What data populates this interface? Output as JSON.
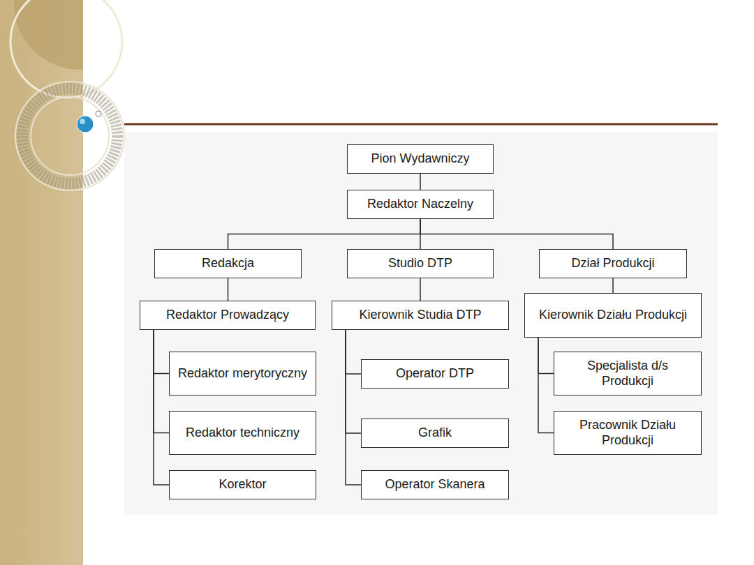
{
  "diagram": {
    "nodes": [
      {
        "text": [
          "Pion Wydawniczy"
        ]
      },
      {
        "text": [
          "Redaktor Naczelny"
        ]
      },
      {
        "text": [
          "Redakcja"
        ]
      },
      {
        "text": [
          "Studio DTP"
        ]
      },
      {
        "text": [
          "Dział Produkcji"
        ]
      },
      {
        "text": [
          "Redaktor Prowadzący"
        ]
      },
      {
        "text": [
          "Kierownik Studia DTP"
        ]
      },
      {
        "text": [
          "Kierownik Działu Produkcji"
        ]
      },
      {
        "text": [
          "Redaktor merytoryczny"
        ]
      },
      {
        "text": [
          "Redaktor techniczny"
        ]
      },
      {
        "text": [
          "Korektor"
        ]
      },
      {
        "text": [
          "Operator DTP"
        ]
      },
      {
        "text": [
          "Grafik"
        ]
      },
      {
        "text": [
          "Operator Skanera"
        ]
      },
      {
        "text": [
          "Specjalista d/s Produkcji"
        ]
      },
      {
        "text": [
          "Pracownik Działu Produkcji"
        ]
      }
    ],
    "edges": [
      {
        "from": 0,
        "to": 1,
        "arrow": "none"
      },
      {
        "from": 1,
        "to": 2,
        "arrow": "none"
      },
      {
        "from": 1,
        "to": 3,
        "arrow": "none"
      },
      {
        "from": 1,
        "to": 4,
        "arrow": "none"
      },
      {
        "from": 2,
        "to": 5,
        "arrow": "none"
      },
      {
        "from": 3,
        "to": 6,
        "arrow": "none"
      },
      {
        "from": 4,
        "to": 7,
        "arrow": "none"
      },
      {
        "from": 5,
        "to": 8,
        "arrow": "none"
      },
      {
        "from": 5,
        "to": 9,
        "arrow": "none"
      },
      {
        "from": 5,
        "to": 10,
        "arrow": "none"
      },
      {
        "from": 6,
        "to": 11,
        "arrow": "none"
      },
      {
        "from": 6,
        "to": 12,
        "arrow": "none"
      },
      {
        "from": 6,
        "to": 13,
        "arrow": "none"
      },
      {
        "from": 7,
        "to": 14,
        "arrow": "none"
      },
      {
        "from": 7,
        "to": 15,
        "arrow": "none"
      }
    ]
  }
}
